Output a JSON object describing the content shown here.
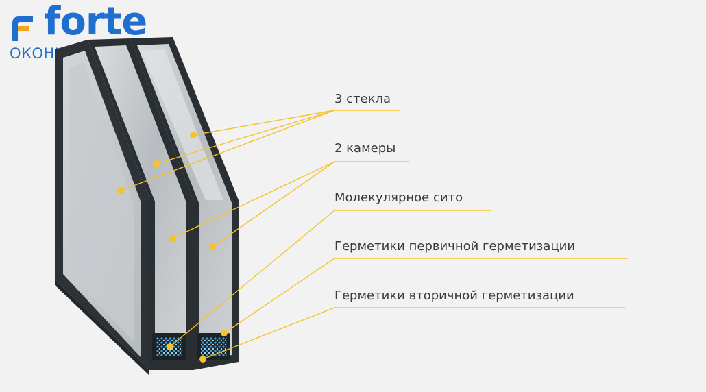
{
  "logo": {
    "brand": "forte",
    "subtitle": "ОКОННЫЙ ЗАВОД",
    "brand_color": "#1f6fd0",
    "accent_color": "#f3a51b"
  },
  "labels": [
    {
      "id": "glass",
      "text": "3 стекла"
    },
    {
      "id": "chambers",
      "text": "2 камеры"
    },
    {
      "id": "sieve",
      "text": "Молекулярное сито"
    },
    {
      "id": "primary",
      "text": "Герметики первичной герметизации"
    },
    {
      "id": "secondary",
      "text": "Герметики вторичной герметизации"
    }
  ],
  "colors": {
    "callout": "#f6c22b",
    "frame": "#2d3236",
    "glass": "#c9cdd0",
    "background": "#f2f2f2",
    "sieve": "#5fb3e6"
  }
}
